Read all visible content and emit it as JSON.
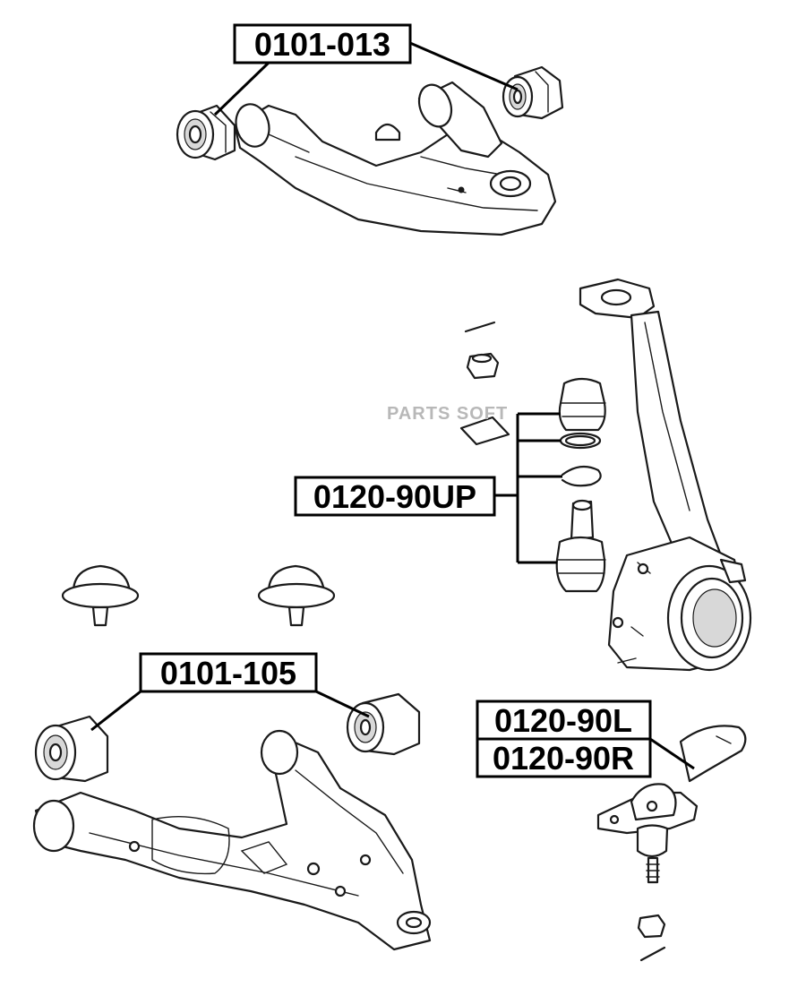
{
  "watermark": "PARTS SOFT",
  "part_numbers": {
    "upper_arm_bushing": "0101-013",
    "upper_ball_joint": "0120-90UP",
    "lower_arm_bushing": "0101-105",
    "lower_ball_joint_left": "0120-90L",
    "lower_ball_joint_right": "0120-90R"
  }
}
